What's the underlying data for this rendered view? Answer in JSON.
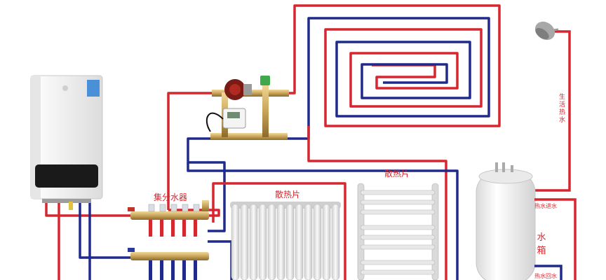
{
  "labels": {
    "manifold": "集分水器",
    "radiator_left": "散热片",
    "radiator_right": "散热片",
    "domestic_hot_water": "生活热水",
    "tank": "水箱",
    "hot_water_in": "热水进水",
    "hot_water_return": "热水回水"
  },
  "colors": {
    "hot_pipe": "#d6262e",
    "cold_pipe": "#1f2a8a",
    "brass": "#c9a55a",
    "boiler_body": "#f2f2f2",
    "boiler_panel": "#1a1a1a",
    "radiator": "#e4e4e4",
    "tank": "#f5f5f5"
  }
}
